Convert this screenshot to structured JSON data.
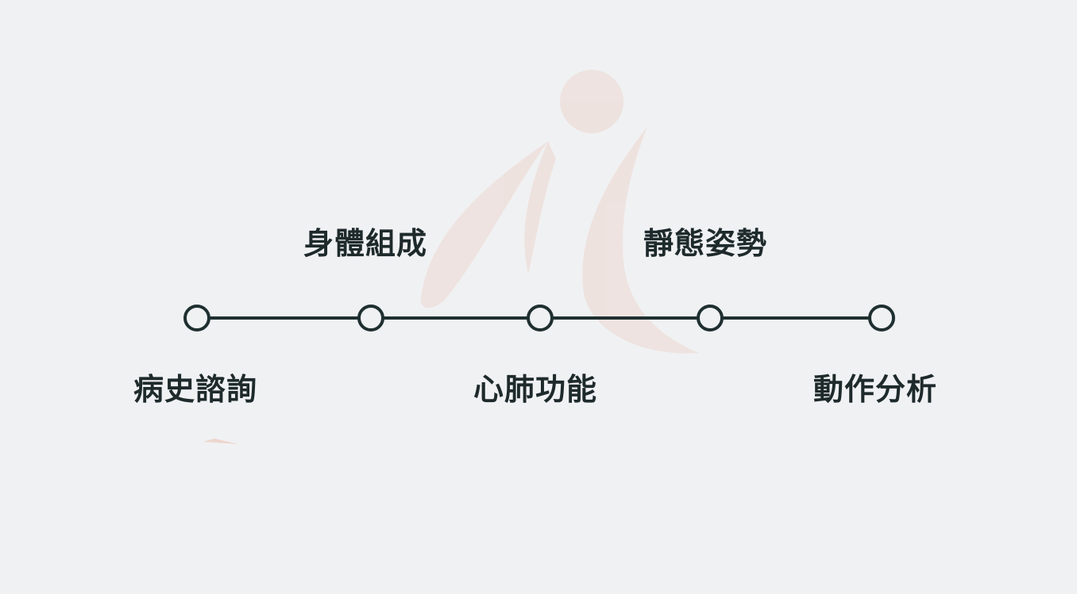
{
  "steps": [
    {
      "label": "病史諮詢",
      "position": "below"
    },
    {
      "label": "身體組成",
      "position": "above"
    },
    {
      "label": "心肺功能",
      "position": "below"
    },
    {
      "label": "靜態姿勢",
      "position": "above"
    },
    {
      "label": "動作分析",
      "position": "below"
    }
  ],
  "colors": {
    "background": "#f0f1f3",
    "line": "#1f2f30",
    "text": "#1e2a2b",
    "watermark": "#e9a48a"
  }
}
